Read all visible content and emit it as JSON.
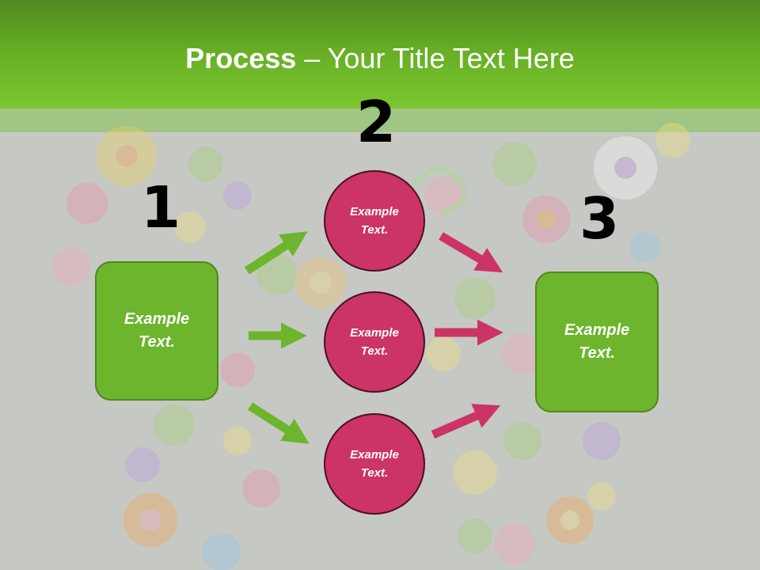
{
  "title": {
    "bold": "Process",
    "rest": " – Your Title Text Here"
  },
  "steps": [
    {
      "number": "1",
      "boxes": [
        "Example Text."
      ]
    },
    {
      "number": "2",
      "circles": [
        "Example Text.",
        "Example Text.",
        "Example Text."
      ]
    },
    {
      "number": "3",
      "boxes": [
        "Example Text."
      ]
    }
  ],
  "colors": {
    "header_green": "#66ad24",
    "box_green": "#6cb52c",
    "circle_pink": "#cc3366",
    "arrow_green": "#6cb52c",
    "arrow_pink": "#cc3366",
    "background": "#c6c8c3"
  }
}
